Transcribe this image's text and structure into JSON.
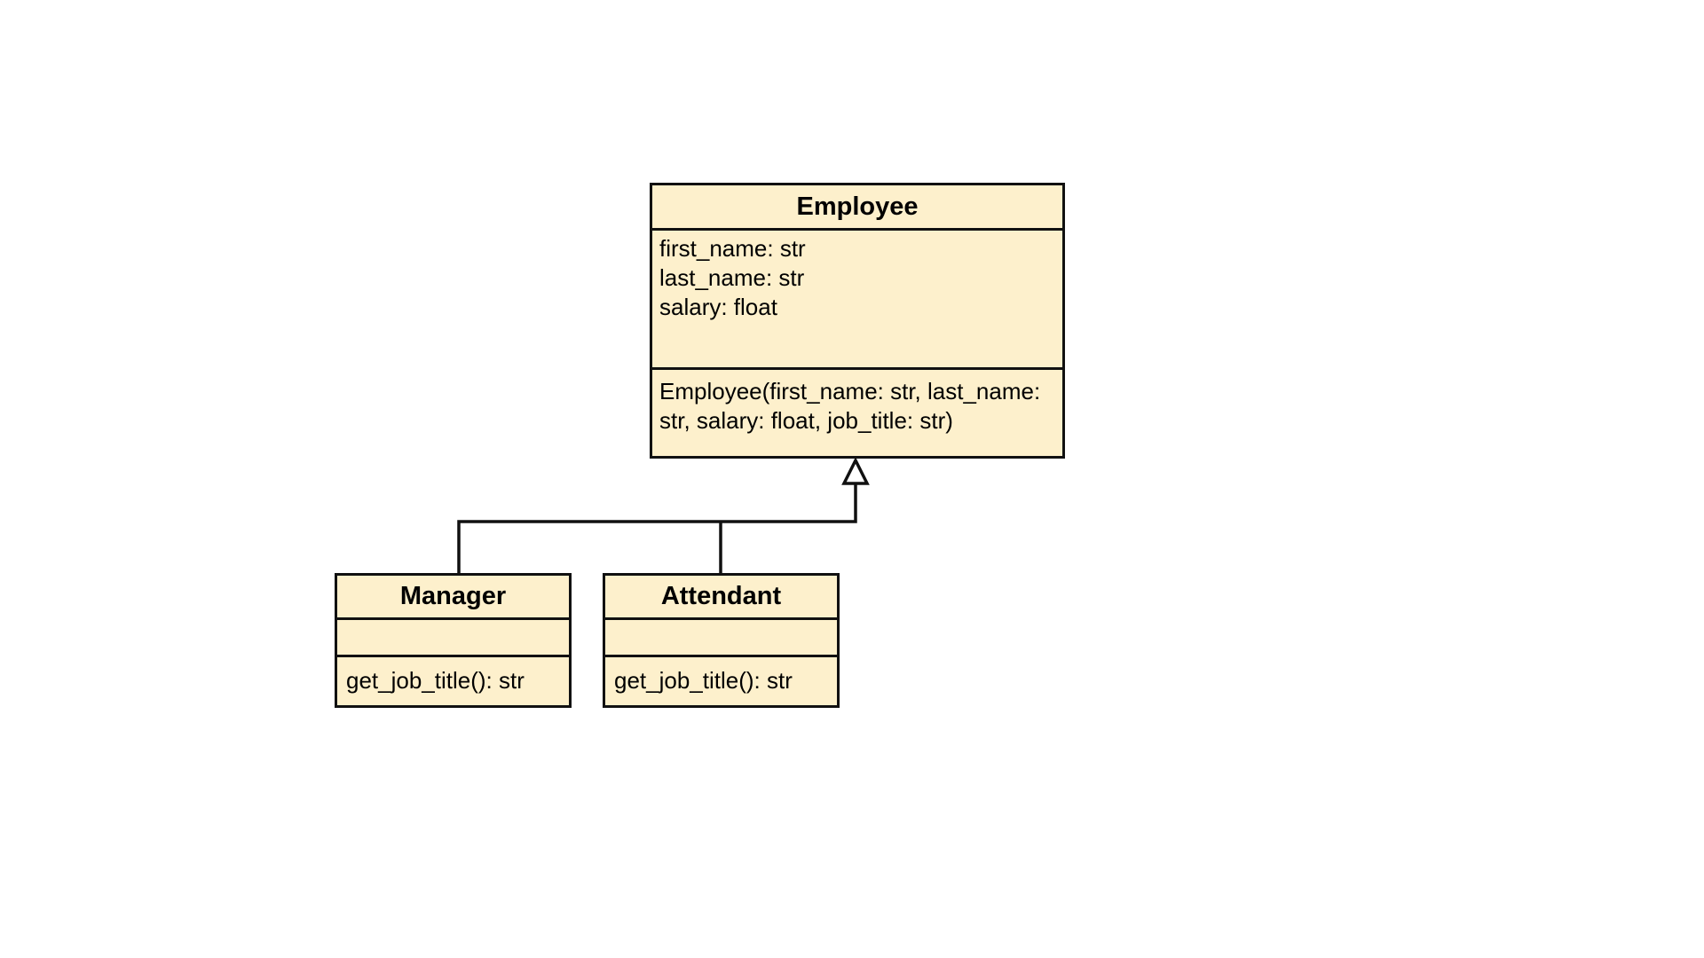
{
  "classes": {
    "employee": {
      "name": "Employee",
      "attributes": [
        "first_name: str",
        "last_name: str",
        "salary: float"
      ],
      "operations": [
        "Employee(first_name: str, last_name:",
        "str, salary: float, job_title: str)"
      ]
    },
    "manager": {
      "name": "Manager",
      "attributes": [],
      "operations": [
        "get_job_title(): str"
      ]
    },
    "attendant": {
      "name": "Attendant",
      "attributes": [],
      "operations": [
        "get_job_title(): str"
      ]
    }
  },
  "relationships": [
    {
      "type": "generalization",
      "from": "Manager",
      "to": "Employee"
    },
    {
      "type": "generalization",
      "from": "Attendant",
      "to": "Employee"
    }
  ],
  "colors": {
    "class_fill": "#fdf0cc",
    "stroke": "#111111",
    "background": "#ffffff"
  }
}
